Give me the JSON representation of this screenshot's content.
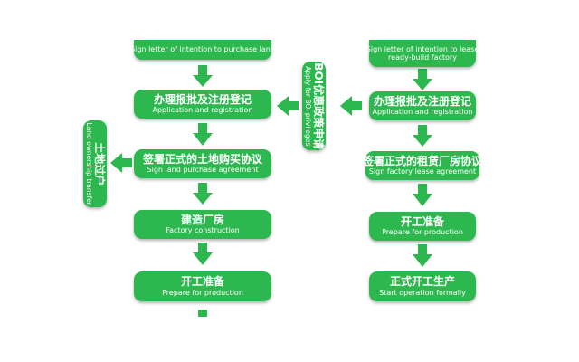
{
  "left": {
    "step1": {
      "en": "Sign letter of intention to purchase land"
    },
    "step2": {
      "cn": "办理报批及注册登记",
      "en": "Application and registration"
    },
    "step3": {
      "cn": "签署正式的土地购买协议",
      "en": "Sign land purchase agreement"
    },
    "step4": {
      "cn": "建造厂房",
      "en": "Factory construction"
    },
    "step5": {
      "cn": "开工准备",
      "en": "Prepare for production"
    }
  },
  "side": {
    "land_transfer": {
      "cn": "土地过户",
      "en": "Land ownership transfer"
    },
    "boi": {
      "cn": "BOI优惠政策申请",
      "en": "Apply for BOI privileges"
    }
  },
  "right": {
    "step1": {
      "en_line1": "Sign letter of intention to lease",
      "en_line2": "ready-build factory"
    },
    "step2": {
      "cn": "办理报批及注册登记",
      "en": "Application and registration"
    },
    "step3": {
      "cn": "签署正式的租赁厂房协议",
      "en": "Sign factory lease agreement"
    },
    "step4": {
      "cn": "开工准备",
      "en": "Prepare for production"
    },
    "step5": {
      "cn": "正式开工生产",
      "en": "Start operation formally"
    }
  },
  "colors": {
    "box": "#2cb84e",
    "arrow": "#2cb84e",
    "text": "#ffffff"
  }
}
